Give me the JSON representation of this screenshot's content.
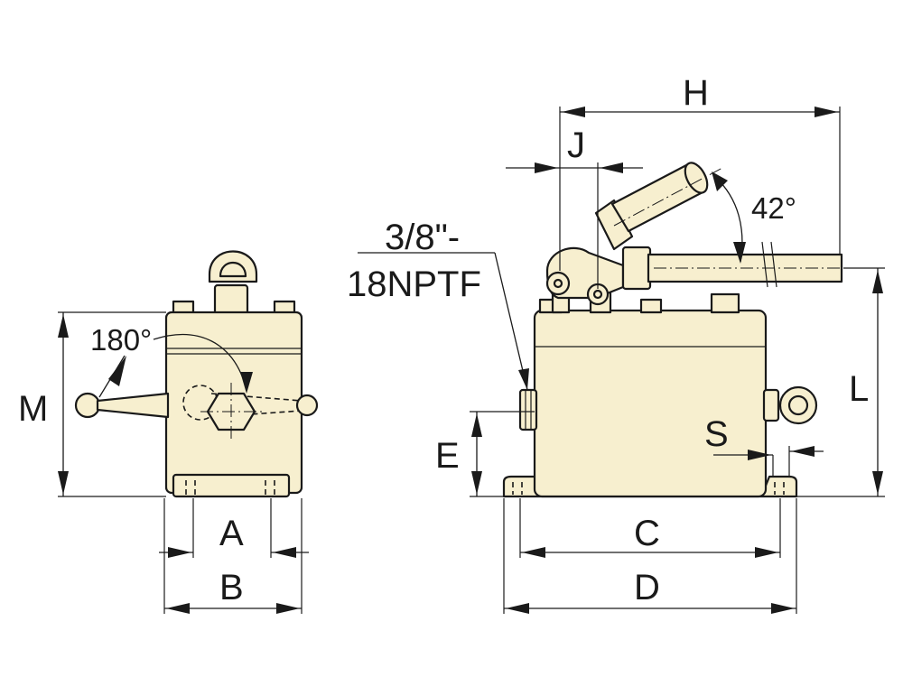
{
  "labels": {
    "A": "A",
    "B": "B",
    "C": "C",
    "D": "D",
    "E": "E",
    "H": "H",
    "J": "J",
    "L": "L",
    "M": "M",
    "S": "S",
    "angle_rotation": "180°",
    "angle_lever": "42°",
    "port_line1": "3/8\"-",
    "port_line2": "18NPTF"
  },
  "colors": {
    "body_fill": "#f7efcf",
    "outline": "#1a1a1a",
    "background": "#ffffff"
  }
}
